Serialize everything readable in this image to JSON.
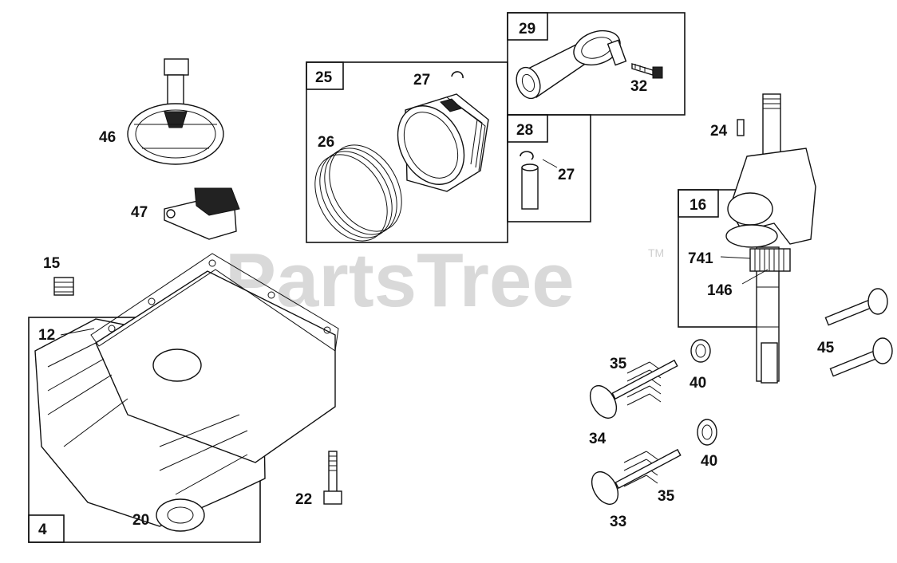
{
  "watermark": {
    "brand": "PartsTree",
    "trademark": "TM"
  },
  "boxes": {
    "b25": "25",
    "b29": "29",
    "b28": "28",
    "b16": "16",
    "b4": "4"
  },
  "labels": {
    "l46": "46",
    "l47": "47",
    "l15": "15",
    "l12": "12",
    "l27a": "27",
    "l26": "26",
    "l32": "32",
    "l27b": "27",
    "l24": "24",
    "l741": "741",
    "l146": "146",
    "l45": "45",
    "l35a": "35",
    "l40a": "40",
    "l34": "34",
    "l40b": "40",
    "l35b": "35",
    "l33": "33",
    "l22": "22",
    "l20": "20"
  }
}
